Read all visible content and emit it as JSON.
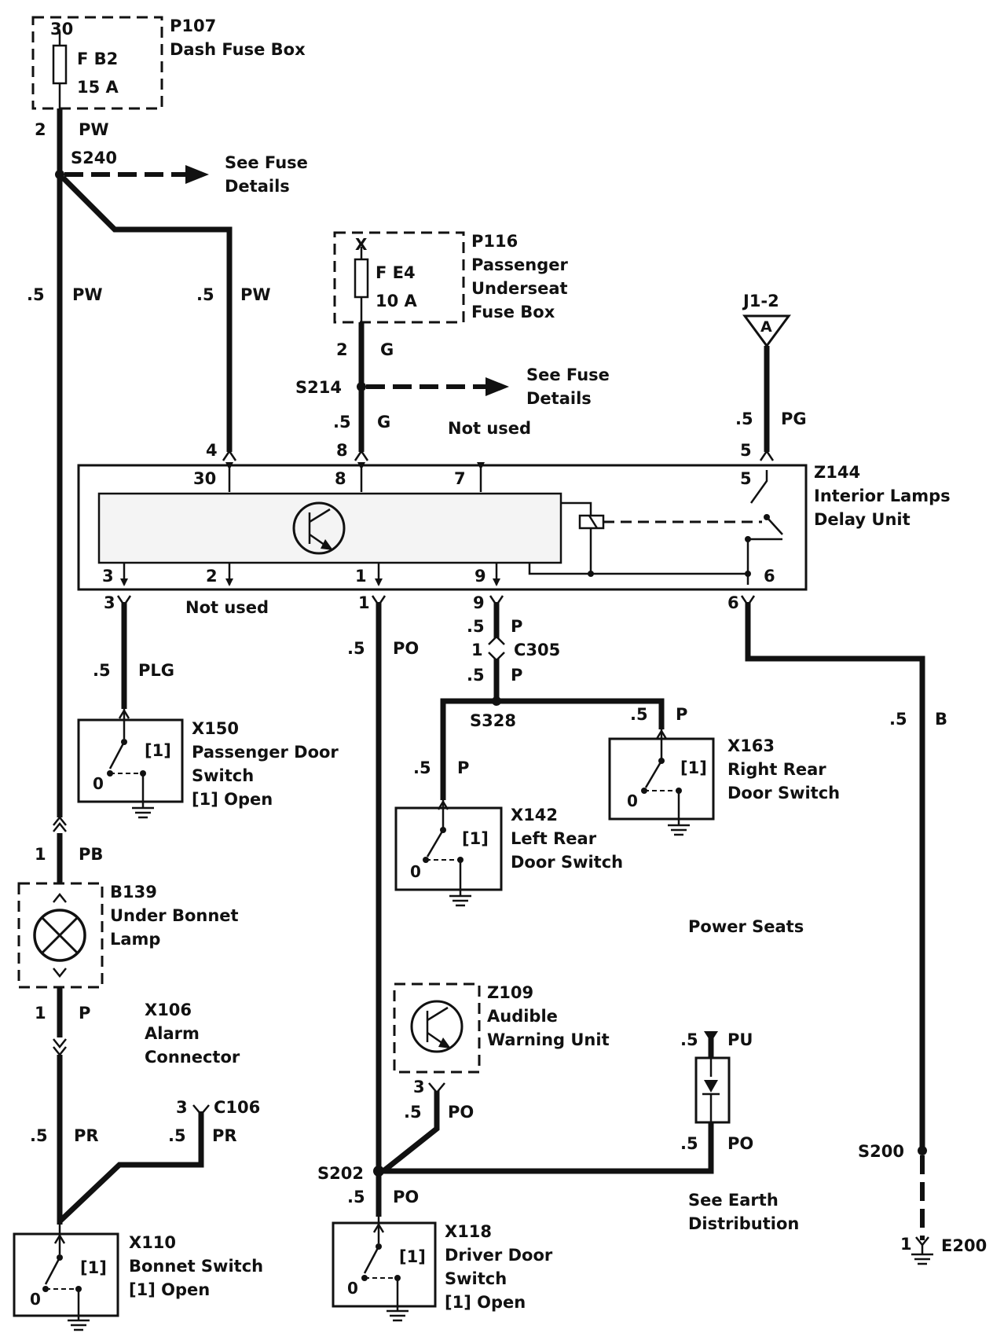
{
  "p107": {
    "id": "P107",
    "name": "Dash Fuse Box",
    "pin": "30",
    "fuse": "F B2",
    "rating": "15 A"
  },
  "s240": {
    "pin": "2",
    "color": "PW",
    "id": "S240",
    "see_l1": "See Fuse",
    "see_l2": "Details"
  },
  "w_left": {
    "gauge": ".5",
    "color": "PW"
  },
  "w_mid": {
    "gauge": ".5",
    "color": "PW"
  },
  "p116": {
    "id": "P116",
    "l1": "Passenger",
    "l2": "Underseat",
    "l3": "Fuse Box",
    "pin": "X",
    "fuse": "F E4",
    "rating": "10 A"
  },
  "s214": {
    "pin": "2",
    "color": "G",
    "id": "S214",
    "see_l1": "See Fuse",
    "see_l2": "Details",
    "gauge": ".5",
    "color2": "G"
  },
  "not_used_top": "Not used",
  "j12": {
    "id": "J1-2",
    "letter": "A",
    "gauge": ".5",
    "color": "PG"
  },
  "z144": {
    "id": "Z144",
    "l1": "Interior Lamps",
    "l2": "Delay Unit",
    "top_pins": {
      "p4": "4",
      "p30": "30",
      "p8o": "8",
      "p8": "8",
      "p7": "7",
      "p5o": "5",
      "p5": "5"
    },
    "bottom_pins": {
      "p3": "3",
      "p2": "2",
      "p1": "1",
      "p9": "9",
      "p6": "6",
      "p6o": "6",
      "p3o": "3",
      "p1o": "1",
      "p9o": "9"
    }
  },
  "not_used_bottom": "Not used",
  "w_plg": {
    "gauge": ".5",
    "color": "PLG"
  },
  "x150": {
    "id": "X150",
    "l1": "Passenger Door",
    "l2": "Switch",
    "l3": "[1]  Open",
    "tag": "[1]",
    "zero": "0"
  },
  "w_po": {
    "gauge": ".5",
    "color": "PO"
  },
  "c305": {
    "g1": ".5",
    "c1": "P",
    "pin": "1",
    "id": "C305",
    "g2": ".5",
    "c2": "P"
  },
  "s328": {
    "id": "S328"
  },
  "w_p_right": {
    "gauge": ".5",
    "color": "P"
  },
  "w_p_left": {
    "gauge": ".5",
    "color": "P"
  },
  "x163": {
    "id": "X163",
    "l1": "Right Rear",
    "l2": "Door Switch",
    "tag": "[1]",
    "zero": "0"
  },
  "x142": {
    "id": "X142",
    "l1": "Left Rear",
    "l2": "Door Switch",
    "tag": "[1]",
    "zero": "0"
  },
  "w_b": {
    "gauge": ".5",
    "color": "B"
  },
  "pb": {
    "pin": "1",
    "color": "PB"
  },
  "b139": {
    "id": "B139",
    "l1": "Under Bonnet",
    "l2": "Lamp"
  },
  "power_seats": "Power Seats",
  "p_lamp": {
    "pin": "1",
    "color": "P"
  },
  "x106": {
    "id": "X106",
    "l1": "Alarm",
    "l2": "Connector"
  },
  "z109": {
    "id": "Z109",
    "l1": "Audible",
    "l2": "Warning Unit",
    "pin": "3",
    "gauge": ".5",
    "color": "PO"
  },
  "pu": {
    "gauge": ".5",
    "color": "PU"
  },
  "po_diode": {
    "gauge": ".5",
    "color": "PO"
  },
  "c106": {
    "pin": "3",
    "id": "C106",
    "gauge": ".5",
    "color": "PR"
  },
  "w_pr": {
    "gauge": ".5",
    "color": "PR"
  },
  "s200": {
    "id": "S200"
  },
  "s202": {
    "id": "S202",
    "gauge": ".5",
    "color": "PO"
  },
  "see_earth": {
    "l1": "See Earth",
    "l2": "Distribution"
  },
  "e200": {
    "pin": "1",
    "id": "E200"
  },
  "x110": {
    "id": "X110",
    "l1": "Bonnet Switch",
    "l2": "[1]  Open",
    "tag": "[1]",
    "zero": "0"
  },
  "x118": {
    "id": "X118",
    "l1": "Driver Door",
    "l2": "Switch",
    "l3": "[1]  Open",
    "tag": "[1]",
    "zero": "0"
  }
}
